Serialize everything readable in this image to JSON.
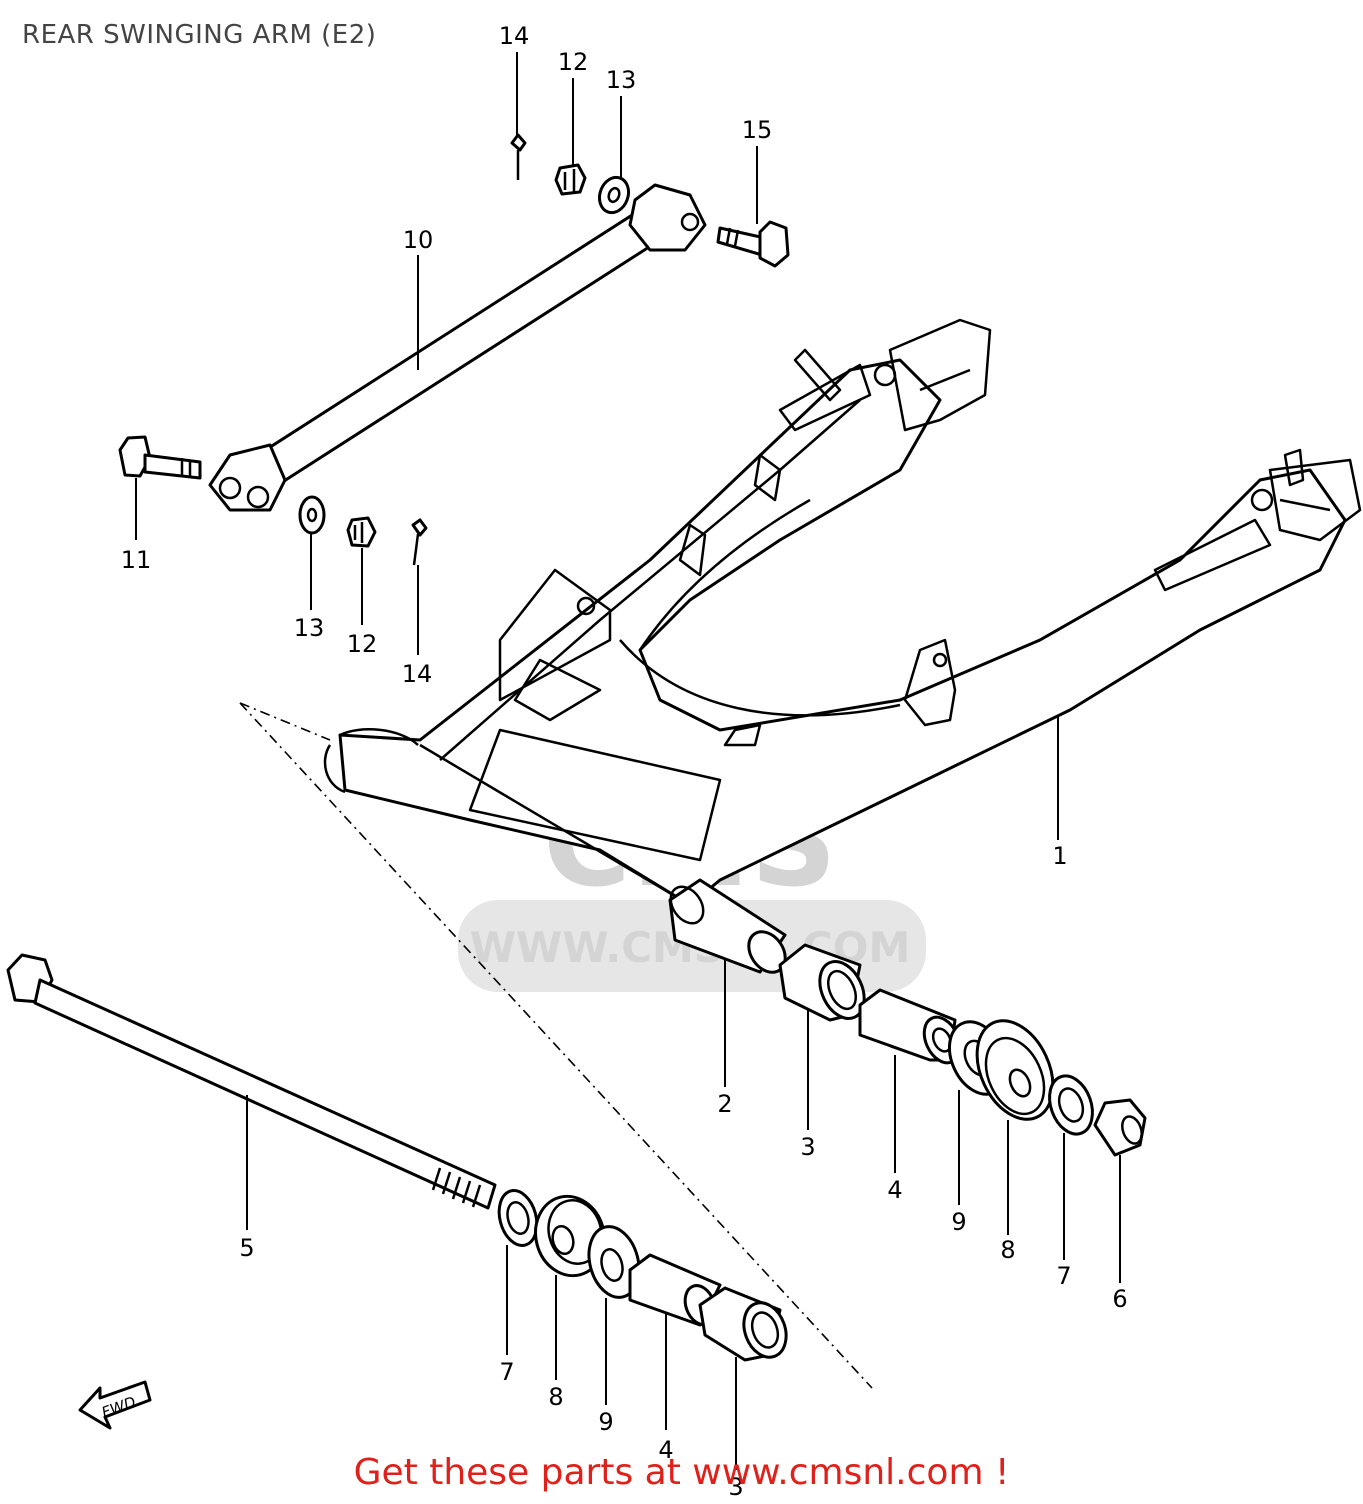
{
  "title": "REAR SWINGING ARM (E2)",
  "watermark": {
    "brand": "CMS",
    "url": "WWW.CMSNL.COM"
  },
  "fwd_label": "FWD",
  "footer_text": "Get these parts at www.cmsnl.com !",
  "colors": {
    "footer": "#e0201a",
    "lines": "#000000",
    "watermark": "#d4d4d4"
  },
  "callouts": [
    {
      "id": "swinging-arm",
      "label": "1"
    },
    {
      "id": "pivot-sleeve",
      "label": "2"
    },
    {
      "id": "bearing-right",
      "label": "3"
    },
    {
      "id": "spacer-right",
      "label": "4"
    },
    {
      "id": "washer-9-right",
      "label": "9"
    },
    {
      "id": "cap-8-right",
      "label": "8"
    },
    {
      "id": "washer-7-right",
      "label": "7"
    },
    {
      "id": "pivot-nut",
      "label": "6"
    },
    {
      "id": "pivot-shaft",
      "label": "5"
    },
    {
      "id": "washer-7-left",
      "label": "7"
    },
    {
      "id": "cap-8-left",
      "label": "8"
    },
    {
      "id": "washer-9-left",
      "label": "9"
    },
    {
      "id": "spacer-left",
      "label": "4"
    },
    {
      "id": "bearing-left",
      "label": "3"
    },
    {
      "id": "torque-link",
      "label": "10"
    },
    {
      "id": "bolt-11",
      "label": "11"
    },
    {
      "id": "washer-13-lower",
      "label": "13"
    },
    {
      "id": "nut-12-lower",
      "label": "12"
    },
    {
      "id": "cotter-pin-14-lower",
      "label": "14"
    },
    {
      "id": "cotter-pin-14-upper",
      "label": "14"
    },
    {
      "id": "nut-12-upper",
      "label": "12"
    },
    {
      "id": "washer-13-upper",
      "label": "13"
    },
    {
      "id": "bolt-15",
      "label": "15"
    }
  ]
}
